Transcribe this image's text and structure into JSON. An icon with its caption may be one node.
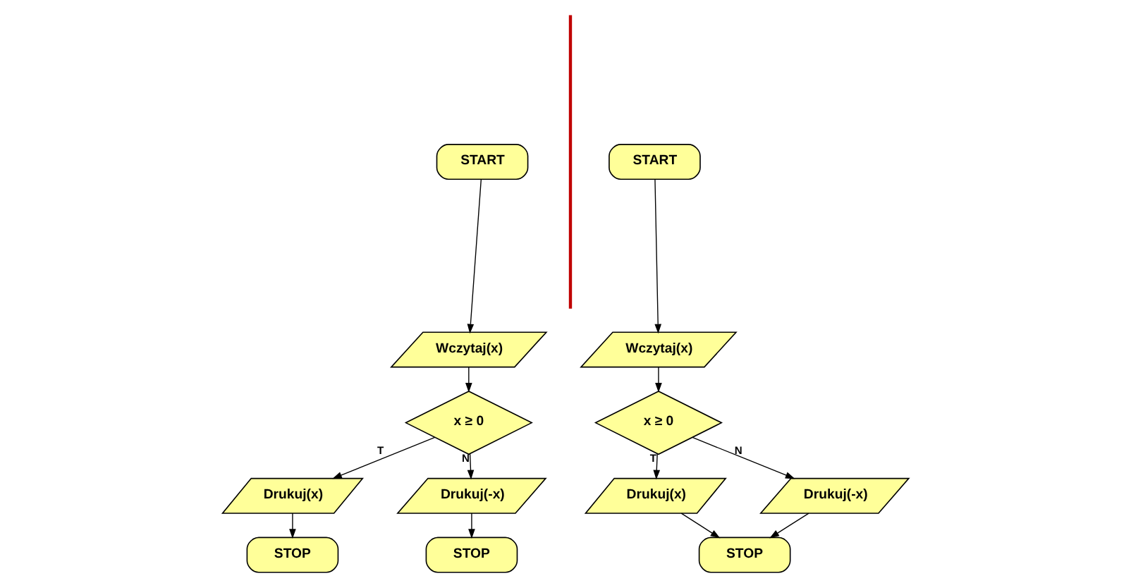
{
  "diagram": {
    "nodes": [
      {
        "text": [
          "START"
        ]
      },
      {
        "text": [
          "Wczytaj(x)"
        ]
      },
      {
        "text": [
          "x ≥ 0"
        ]
      },
      {
        "text": [
          "Drukuj(x)"
        ]
      },
      {
        "text": [
          "Drukuj(-x)"
        ]
      },
      {
        "text": [
          "STOP"
        ]
      },
      {
        "text": [
          "STOP"
        ]
      },
      {
        "text": [
          "START"
        ]
      },
      {
        "text": [
          "Wczytaj(x)"
        ]
      },
      {
        "text": [
          "x ≥ 0"
        ]
      },
      {
        "text": [
          "Drukuj(x)"
        ]
      },
      {
        "text": [
          "Drukuj(-x)"
        ]
      },
      {
        "text": [
          "STOP"
        ]
      }
    ],
    "edges": [
      {
        "from": 0,
        "to": 1,
        "arrow": "to"
      },
      {
        "from": 1,
        "to": 2,
        "arrow": "to"
      },
      {
        "from": 2,
        "to": 3,
        "arrow": "to",
        "label": "T"
      },
      {
        "from": 2,
        "to": 4,
        "arrow": "to",
        "label": "N"
      },
      {
        "from": 3,
        "to": 5,
        "arrow": "to"
      },
      {
        "from": 4,
        "to": 6,
        "arrow": "to"
      },
      {
        "from": 7,
        "to": 8,
        "arrow": "to"
      },
      {
        "from": 8,
        "to": 9,
        "arrow": "to"
      },
      {
        "from": 9,
        "to": 10,
        "arrow": "to",
        "label": "T"
      },
      {
        "from": 9,
        "to": 11,
        "arrow": "to",
        "label": "N"
      },
      {
        "from": 10,
        "to": 12,
        "arrow": "to"
      },
      {
        "from": 11,
        "to": 12,
        "arrow": "to"
      }
    ]
  }
}
